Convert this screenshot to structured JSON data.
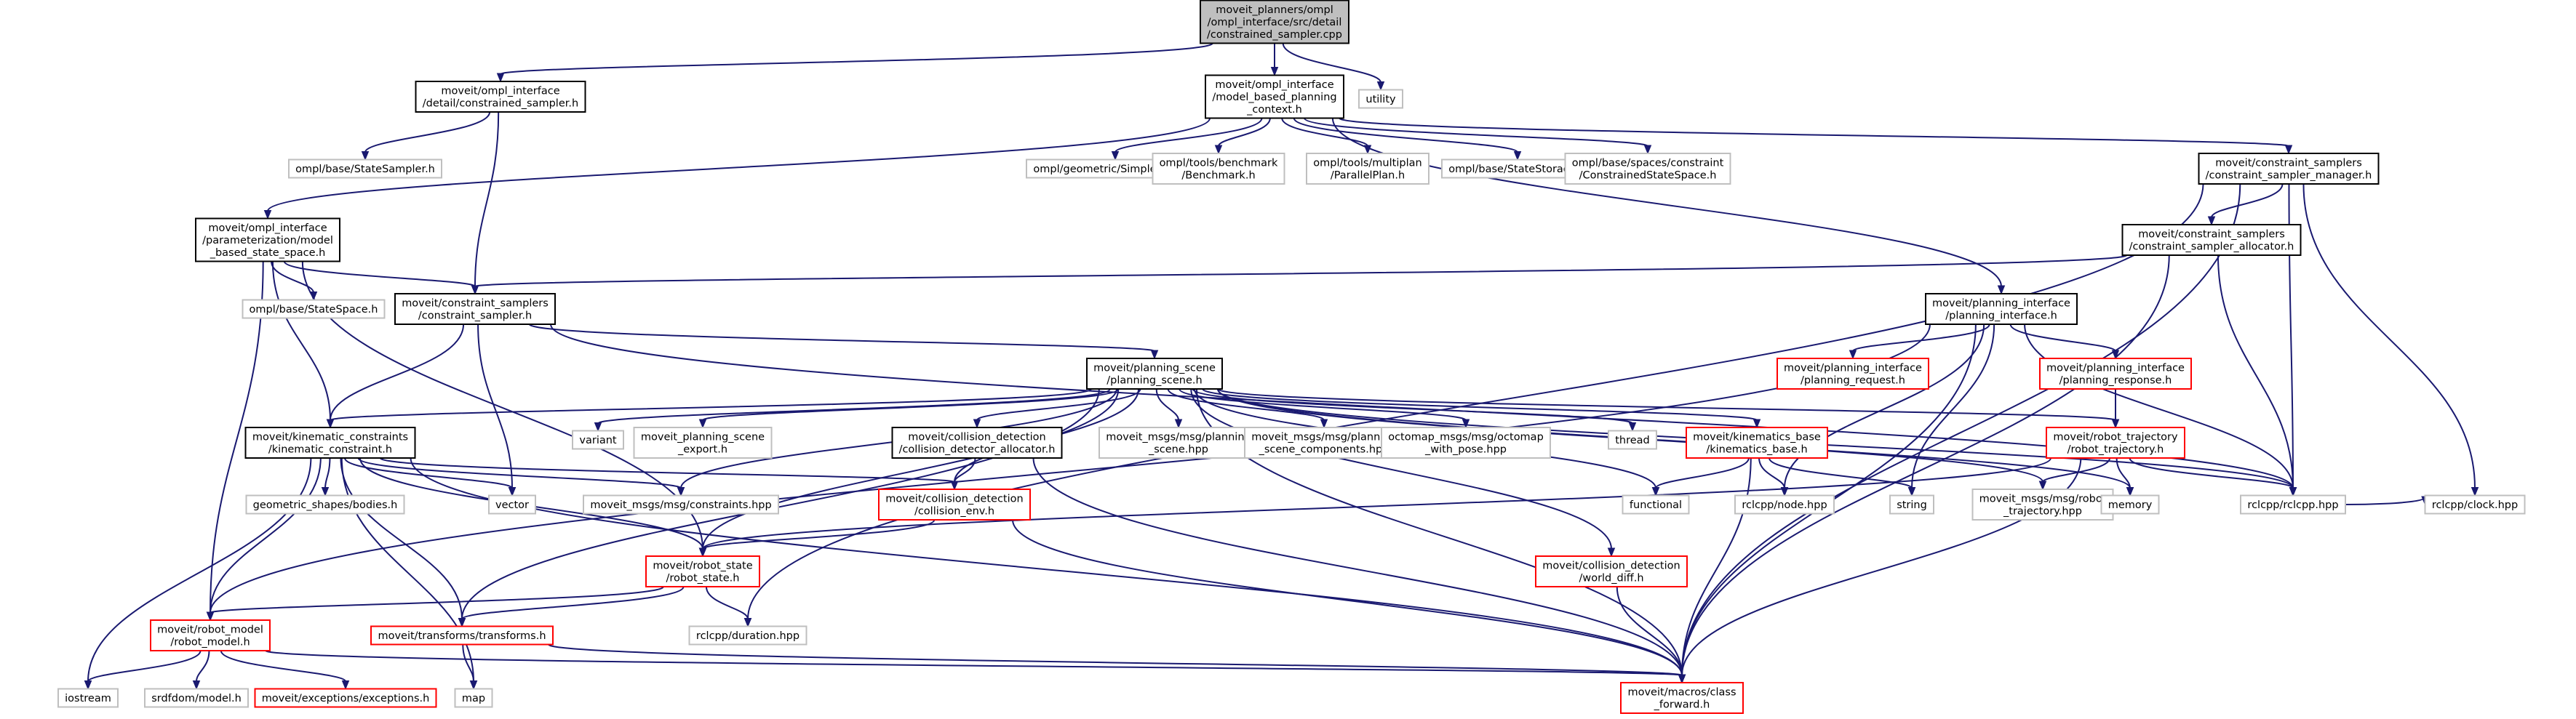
{
  "colors": {
    "edge": "#191970",
    "focus_fill": "#bfbfbf",
    "focus_border": "#000000",
    "documented_border": "#000000",
    "truncated_border": "#ff0000",
    "external_border": "#bfbfbf",
    "text": "#000000"
  },
  "nodes": [
    {
      "id": "root",
      "kind": "focus",
      "lines": [
        "moveit_planners/ompl",
        "/ompl_interface/src/detail",
        "/constrained_sampler.cpp"
      ]
    },
    {
      "id": "cs_h",
      "kind": "documented",
      "lines": [
        "moveit/ompl_interface",
        "/detail/constrained_sampler.h"
      ]
    },
    {
      "id": "mbpc",
      "kind": "documented",
      "lines": [
        "moveit/ompl_interface",
        "/model_based_planning",
        "_context.h"
      ]
    },
    {
      "id": "utility",
      "kind": "external",
      "lines": [
        "utility"
      ]
    },
    {
      "id": "state_sampler",
      "kind": "external",
      "lines": [
        "ompl/base/StateSampler.h"
      ]
    },
    {
      "id": "simple_setup",
      "kind": "external",
      "lines": [
        "ompl/geometric/SimpleSetup.h"
      ]
    },
    {
      "id": "benchmark",
      "kind": "external",
      "lines": [
        "ompl/tools/benchmark",
        "/Benchmark.h"
      ]
    },
    {
      "id": "parallel_plan",
      "kind": "external",
      "lines": [
        "ompl/tools/multiplan",
        "/ParallelPlan.h"
      ]
    },
    {
      "id": "state_storage",
      "kind": "external",
      "lines": [
        "ompl/base/StateStorage.h"
      ]
    },
    {
      "id": "constrained_ss",
      "kind": "external",
      "lines": [
        "ompl/base/spaces/constraint",
        "/ConstrainedStateSpace.h"
      ]
    },
    {
      "id": "csm",
      "kind": "documented",
      "lines": [
        "moveit/constraint_samplers",
        "/constraint_sampler_manager.h"
      ]
    },
    {
      "id": "param",
      "kind": "documented",
      "lines": [
        "moveit/ompl_interface",
        "/parameterization/model",
        "_based_state_space.h"
      ]
    },
    {
      "id": "csa",
      "kind": "documented",
      "lines": [
        "moveit/constraint_samplers",
        "/constraint_sampler_allocator.h"
      ]
    },
    {
      "id": "state_space",
      "kind": "external",
      "lines": [
        "ompl/base/StateSpace.h"
      ]
    },
    {
      "id": "constraint_sampler",
      "kind": "documented",
      "lines": [
        "moveit/constraint_samplers",
        "/constraint_sampler.h"
      ]
    },
    {
      "id": "planning_interface",
      "kind": "documented",
      "lines": [
        "moveit/planning_interface",
        "/planning_interface.h"
      ]
    },
    {
      "id": "planning_request",
      "kind": "truncated",
      "lines": [
        "moveit/planning_interface",
        "/planning_request.h"
      ]
    },
    {
      "id": "planning_response",
      "kind": "truncated",
      "lines": [
        "moveit/planning_interface",
        "/planning_response.h"
      ]
    },
    {
      "id": "planning_scene",
      "kind": "documented",
      "lines": [
        "moveit/planning_scene",
        "/planning_scene.h"
      ]
    },
    {
      "id": "kinematic_constraint",
      "kind": "documented",
      "lines": [
        "moveit/kinematic_constraints",
        "/kinematic_constraint.h"
      ]
    },
    {
      "id": "variant",
      "kind": "external",
      "lines": [
        "variant"
      ]
    },
    {
      "id": "ps_export",
      "kind": "external",
      "lines": [
        "moveit_planning_scene",
        "_export.h"
      ]
    },
    {
      "id": "cd_alloc",
      "kind": "documented",
      "lines": [
        "moveit/collision_detection",
        "/collision_detector_allocator.h"
      ]
    },
    {
      "id": "msg_ps",
      "kind": "external",
      "lines": [
        "moveit_msgs/msg/planning",
        "_scene.hpp"
      ]
    },
    {
      "id": "msg_psc",
      "kind": "external",
      "lines": [
        "moveit_msgs/msg/planning",
        "_scene_components.hpp"
      ]
    },
    {
      "id": "octomap",
      "kind": "external",
      "lines": [
        "octomap_msgs/msg/octomap",
        "_with_pose.hpp"
      ]
    },
    {
      "id": "thread",
      "kind": "external",
      "lines": [
        "thread"
      ]
    },
    {
      "id": "kinematics_base",
      "kind": "truncated",
      "lines": [
        "moveit/kinematics_base",
        "/kinematics_base.h"
      ]
    },
    {
      "id": "robot_trajectory",
      "kind": "truncated",
      "lines": [
        "moveit/robot_trajectory",
        "/robot_trajectory.h"
      ]
    },
    {
      "id": "geometric_shapes",
      "kind": "external",
      "lines": [
        "geometric_shapes/bodies.h"
      ]
    },
    {
      "id": "vector",
      "kind": "external",
      "lines": [
        "vector"
      ]
    },
    {
      "id": "msg_constraints",
      "kind": "external",
      "lines": [
        "moveit_msgs/msg/constraints.hpp"
      ]
    },
    {
      "id": "collision_env",
      "kind": "truncated",
      "lines": [
        "moveit/collision_detection",
        "/collision_env.h"
      ]
    },
    {
      "id": "functional",
      "kind": "external",
      "lines": [
        "functional"
      ]
    },
    {
      "id": "rclcpp_node",
      "kind": "external",
      "lines": [
        "rclcpp/node.hpp"
      ]
    },
    {
      "id": "string",
      "kind": "external",
      "lines": [
        "string"
      ]
    },
    {
      "id": "msg_rt",
      "kind": "external",
      "lines": [
        "moveit_msgs/msg/robot",
        "_trajectory.hpp"
      ]
    },
    {
      "id": "memory",
      "kind": "external",
      "lines": [
        "memory"
      ]
    },
    {
      "id": "rclcpp",
      "kind": "external",
      "lines": [
        "rclcpp/rclcpp.hpp"
      ]
    },
    {
      "id": "clock",
      "kind": "external",
      "lines": [
        "rclcpp/clock.hpp"
      ]
    },
    {
      "id": "robot_state",
      "kind": "truncated",
      "lines": [
        "moveit/robot_state",
        "/robot_state.h"
      ]
    },
    {
      "id": "world_diff",
      "kind": "truncated",
      "lines": [
        "moveit/collision_detection",
        "/world_diff.h"
      ]
    },
    {
      "id": "robot_model",
      "kind": "truncated",
      "lines": [
        "moveit/robot_model",
        "/robot_model.h"
      ]
    },
    {
      "id": "transforms",
      "kind": "truncated",
      "lines": [
        "moveit/transforms/transforms.h"
      ]
    },
    {
      "id": "duration",
      "kind": "external",
      "lines": [
        "rclcpp/duration.hpp"
      ]
    },
    {
      "id": "iostream",
      "kind": "external",
      "lines": [
        "iostream"
      ]
    },
    {
      "id": "srdfdom",
      "kind": "external",
      "lines": [
        "srdfdom/model.h"
      ]
    },
    {
      "id": "exceptions",
      "kind": "truncated",
      "lines": [
        "moveit/exceptions/exceptions.h"
      ]
    },
    {
      "id": "map",
      "kind": "external",
      "lines": [
        "map"
      ]
    },
    {
      "id": "class_forward",
      "kind": "truncated",
      "lines": [
        "moveit/macros/class",
        "_forward.h"
      ]
    }
  ],
  "edges": [
    [
      "root",
      "cs_h"
    ],
    [
      "root",
      "mbpc"
    ],
    [
      "root",
      "utility"
    ],
    [
      "cs_h",
      "state_sampler"
    ],
    [
      "cs_h",
      "constraint_sampler"
    ],
    [
      "mbpc",
      "param"
    ],
    [
      "mbpc",
      "simple_setup"
    ],
    [
      "mbpc",
      "benchmark"
    ],
    [
      "mbpc",
      "parallel_plan"
    ],
    [
      "mbpc",
      "state_storage"
    ],
    [
      "mbpc",
      "constrained_ss"
    ],
    [
      "mbpc",
      "csm"
    ],
    [
      "mbpc",
      "planning_interface"
    ],
    [
      "csm",
      "csa"
    ],
    [
      "csm",
      "duration"
    ],
    [
      "csm",
      "rclcpp"
    ],
    [
      "csm",
      "clock"
    ],
    [
      "csm",
      "class_forward"
    ],
    [
      "param",
      "state_space"
    ],
    [
      "param",
      "constraint_sampler"
    ],
    [
      "param",
      "kinematic_constraint"
    ],
    [
      "param",
      "robot_state"
    ],
    [
      "param",
      "robot_model"
    ],
    [
      "csa",
      "constraint_sampler"
    ],
    [
      "csa",
      "rclcpp"
    ],
    [
      "csa",
      "class_forward"
    ],
    [
      "constraint_sampler",
      "planning_scene"
    ],
    [
      "constraint_sampler",
      "kinematic_constraint"
    ],
    [
      "constraint_sampler",
      "vector"
    ],
    [
      "constraint_sampler",
      "rclcpp"
    ],
    [
      "planning_interface",
      "planning_request"
    ],
    [
      "planning_interface",
      "planning_response"
    ],
    [
      "planning_interface",
      "rclcpp_node"
    ],
    [
      "planning_interface",
      "string"
    ],
    [
      "planning_interface",
      "rclcpp"
    ],
    [
      "planning_interface",
      "robot_model"
    ],
    [
      "planning_interface",
      "class_forward"
    ],
    [
      "planning_response",
      "robot_trajectory"
    ],
    [
      "planning_scene",
      "kinematic_constraint"
    ],
    [
      "planning_scene",
      "variant"
    ],
    [
      "planning_scene",
      "ps_export"
    ],
    [
      "planning_scene",
      "cd_alloc"
    ],
    [
      "planning_scene",
      "msg_ps"
    ],
    [
      "planning_scene",
      "msg_psc"
    ],
    [
      "planning_scene",
      "octomap"
    ],
    [
      "planning_scene",
      "thread"
    ],
    [
      "planning_scene",
      "kinematics_base"
    ],
    [
      "planning_scene",
      "robot_trajectory"
    ],
    [
      "planning_scene",
      "msg_constraints"
    ],
    [
      "planning_scene",
      "collision_env"
    ],
    [
      "planning_scene",
      "functional"
    ],
    [
      "planning_scene",
      "msg_rt"
    ],
    [
      "planning_scene",
      "memory"
    ],
    [
      "planning_scene",
      "rclcpp"
    ],
    [
      "planning_scene",
      "robot_state"
    ],
    [
      "planning_scene",
      "world_diff"
    ],
    [
      "planning_scene",
      "transforms"
    ],
    [
      "planning_scene",
      "class_forward"
    ],
    [
      "kinematic_constraint",
      "geometric_shapes"
    ],
    [
      "kinematic_constraint",
      "vector"
    ],
    [
      "kinematic_constraint",
      "msg_constraints"
    ],
    [
      "kinematic_constraint",
      "collision_env"
    ],
    [
      "kinematic_constraint",
      "robot_state"
    ],
    [
      "kinematic_constraint",
      "robot_model"
    ],
    [
      "kinematic_constraint",
      "transforms"
    ],
    [
      "kinematic_constraint",
      "iostream"
    ],
    [
      "kinematic_constraint",
      "map"
    ],
    [
      "kinematic_constraint",
      "class_forward"
    ],
    [
      "cd_alloc",
      "collision_env"
    ],
    [
      "cd_alloc",
      "class_forward"
    ],
    [
      "collision_env",
      "robot_state"
    ],
    [
      "collision_env",
      "class_forward"
    ],
    [
      "kinematics_base",
      "functional"
    ],
    [
      "kinematics_base",
      "rclcpp_node"
    ],
    [
      "kinematics_base",
      "string"
    ],
    [
      "kinematics_base",
      "class_forward"
    ],
    [
      "robot_trajectory",
      "msg_rt"
    ],
    [
      "robot_trajectory",
      "memory"
    ],
    [
      "robot_trajectory",
      "rclcpp"
    ],
    [
      "robot_trajectory",
      "robot_state"
    ],
    [
      "robot_trajectory",
      "class_forward"
    ],
    [
      "rclcpp",
      "clock"
    ],
    [
      "robot_state",
      "robot_model"
    ],
    [
      "robot_state",
      "transforms"
    ],
    [
      "robot_state",
      "duration"
    ],
    [
      "world_diff",
      "class_forward"
    ],
    [
      "robot_model",
      "iostream"
    ],
    [
      "robot_model",
      "srdfdom"
    ],
    [
      "robot_model",
      "exceptions"
    ],
    [
      "robot_model",
      "class_forward"
    ],
    [
      "transforms",
      "map"
    ],
    [
      "transforms",
      "class_forward"
    ]
  ]
}
